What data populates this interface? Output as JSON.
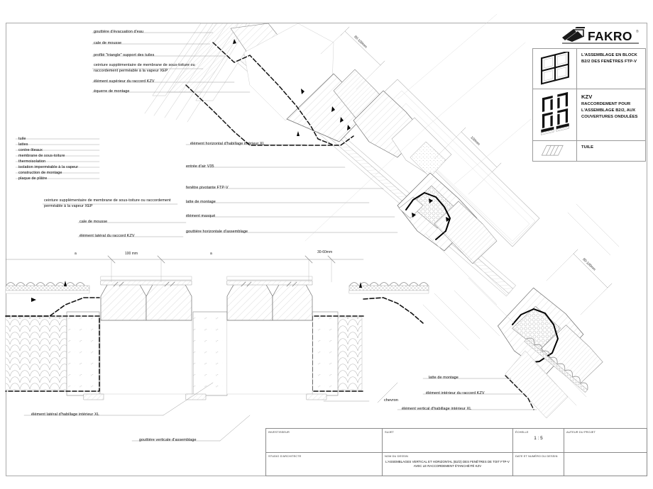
{
  "sheet": {
    "brand": "FAKRO",
    "brand_mark": "®"
  },
  "key_box": {
    "rows": [
      {
        "icon": "roof-window-block-b22-icon",
        "title": "",
        "text": "L'ASSEMBLAGE EN BLOCK B2/2 DES FENÈTRES FTP-V"
      },
      {
        "icon": "kzv-flashing-icon",
        "title": "KZV",
        "text": "RACCORDEMENT POUR L'ASSEMBLAGE B2/2, AUX COUVERTURES ONDULÉES"
      },
      {
        "icon": "tuile-tile-icon",
        "title": "",
        "text": "TUILE"
      }
    ]
  },
  "materials_legend": {
    "items": [
      "tuile",
      "lattes",
      "contre-liteaux",
      "membrane de sous-toiture",
      "thermoisolation",
      "isolation imperméable à la vapeur",
      "construction de montage",
      "plaque de plâtre"
    ]
  },
  "callouts": {
    "top_left": [
      "gouttière d'évacuation  d'eau",
      "cale de mousse",
      "profilé \"triangle\" support des tuiles",
      "ceinture supplémentaire de membrane de sous-toiture ou raccordement perméable à la vapeur XEP",
      "élément supérieur du raccord KZV",
      "équerre de montage"
    ],
    "mid_left": [
      "ceinture supplémentaire de membrane de sous-toiture ou raccordement perméable à la vapeur XEP",
      "cale de mousse",
      "élément latéral du raccord KZV"
    ],
    "center": [
      "élément horizontal d'habillage intérieur XL",
      "entrée d'air V35",
      "fenêtre pivotante FTP-V",
      "latte de montage",
      "élément masqué",
      "gouttière horizontale d'assemblage"
    ],
    "bottom_right": [
      "latte de montage",
      "élément intérieur du raccord KZV",
      "élément vertical d'habillage intérieur XL",
      "chevron"
    ],
    "bottom_left": [
      "élément latéral d'habillage intérieur XL",
      "gouttière verticale d'assemblage"
    ]
  },
  "dimensions": {
    "horizontal": [
      "a",
      "100 mm",
      "a",
      "30-60mm"
    ],
    "rotated": [
      {
        "text": "80-100mm"
      },
      {
        "text": "100mm"
      },
      {
        "text": "80-100mm"
      }
    ]
  },
  "title_block": {
    "investisseur_caption": "INVESTISSEUR",
    "investisseur_value": "",
    "sujet_caption": "SUJET",
    "sujet_value": "",
    "echelle_caption": "ÉCHELLE",
    "echelle_value": "1 : 5",
    "auteur_caption": "AUTEUR DU PROJET",
    "auteur_value": "",
    "studio_caption": "STUDIO D'ARCHITECTE",
    "studio_value": "",
    "nom_caption": "NOM DU DESSIN",
    "nom_value": "L'ASSEMBLAGES VERTICAL ET HORIZONTAL (B2/2) DES FENÊTRES DE TOIT FTP-V AVEC LE RACCORDEMENT ÉTANCHÉITÉ KZV",
    "date_caption": "DATE ET NUMÉRO DU DESSIN",
    "date_value": ""
  }
}
